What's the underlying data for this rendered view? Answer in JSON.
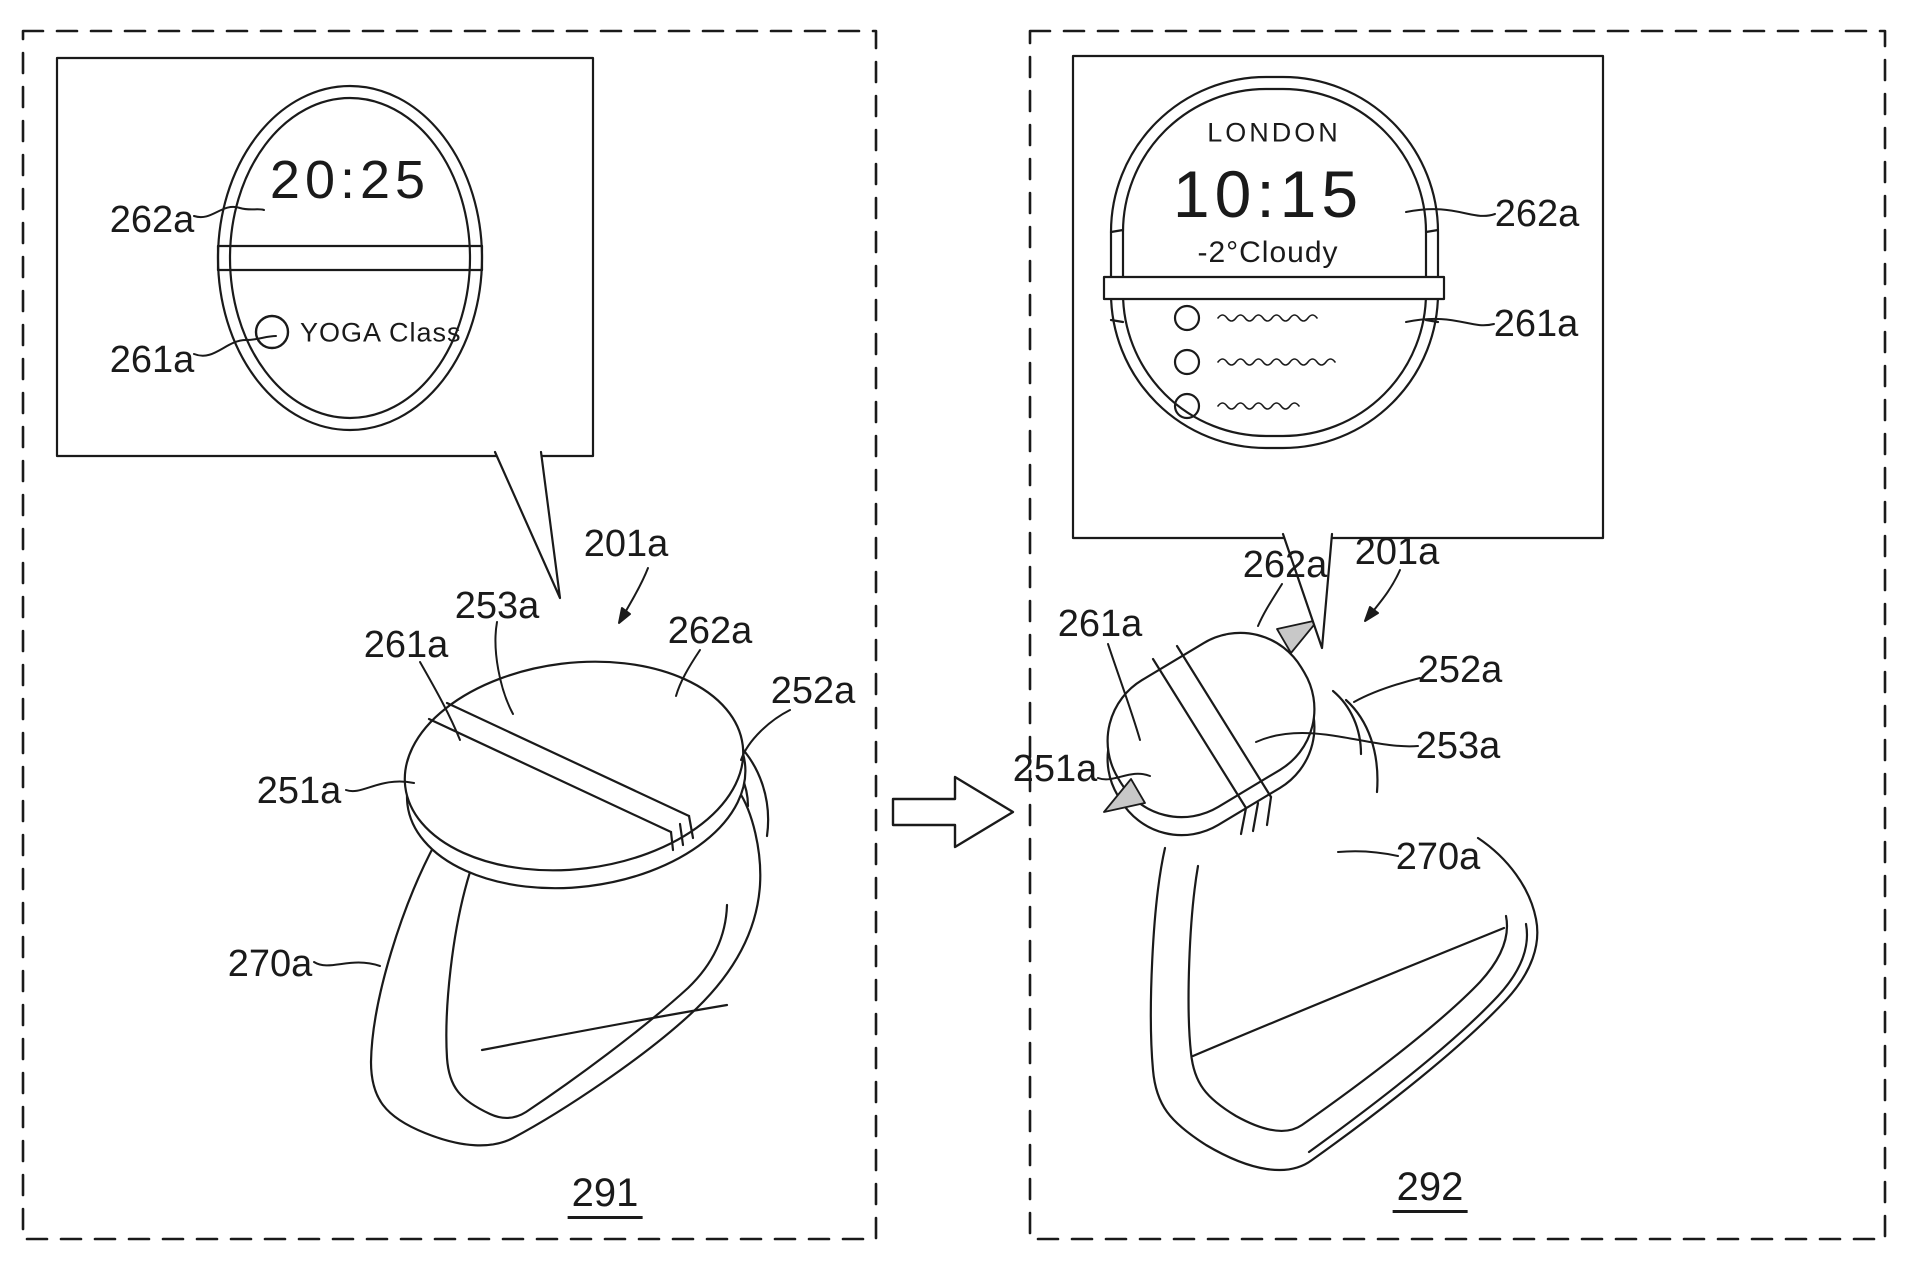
{
  "ref_labels": {
    "device": "201a",
    "first_region": "251a",
    "second_region": "252a",
    "band_portion": "253a",
    "first_display": "261a",
    "second_display": "262a",
    "strap": "270a"
  },
  "panels": {
    "left": {
      "figure_number": "291",
      "callout": {
        "time": "20:25",
        "schedule_item": "YOGA Class"
      }
    },
    "right": {
      "figure_number": "292",
      "callout": {
        "city": "LONDON",
        "time": "10:15",
        "weather": "-2°Cloudy"
      }
    }
  },
  "colors": {
    "line": "#1a1a1a",
    "background": "#ffffff",
    "arrow_shade": "#c8c8c8"
  }
}
